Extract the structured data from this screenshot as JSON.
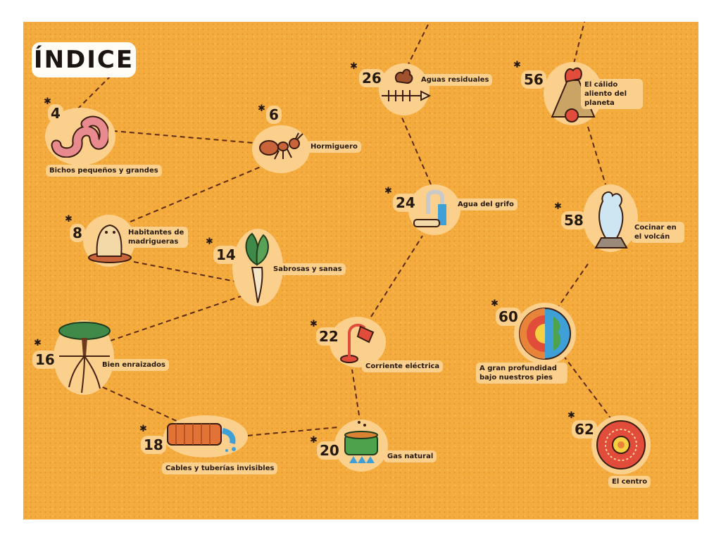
{
  "title": "ÍNDICE",
  "bug_glyph": "✱",
  "colors": {
    "background": "#f5ac3e",
    "blob": "#fbd08c",
    "ink": "#24180f",
    "title_box": "#fffdf5"
  },
  "entries": [
    {
      "id": "bichos",
      "page": "4",
      "label": "Bichos pequeños y grandes",
      "icon": "worm-icon"
    },
    {
      "id": "hormiguero",
      "page": "6",
      "label": "Hormiguero",
      "icon": "ant-icon"
    },
    {
      "id": "madrigueras",
      "page": "8",
      "label": "Habitantes de madrigueras",
      "icon": "marmot-icon"
    },
    {
      "id": "sabrosas",
      "page": "14",
      "label": "Sabrosas y sanas",
      "icon": "root-vegetable-icon"
    },
    {
      "id": "enraizados",
      "page": "16",
      "label": "Bien enraizados",
      "icon": "tree-icon"
    },
    {
      "id": "cables",
      "page": "18",
      "label": "Cables y tuberías invisibles",
      "icon": "pipe-icon"
    },
    {
      "id": "gas",
      "page": "20",
      "label": "Gas natural",
      "icon": "cooking-pot-icon"
    },
    {
      "id": "corriente",
      "page": "22",
      "label": "Corriente eléctrica",
      "icon": "lamp-icon"
    },
    {
      "id": "grifo",
      "page": "24",
      "label": "Agua del grifo",
      "icon": "faucet-icon"
    },
    {
      "id": "residuales",
      "page": "26",
      "label": "Aguas residuales",
      "icon": "fish-bones-icon"
    },
    {
      "id": "calido",
      "page": "56",
      "label": "El cálido aliento del planeta",
      "icon": "volcano-icon"
    },
    {
      "id": "cocinar",
      "page": "58",
      "label": "Cocinar en el volcán",
      "icon": "geyser-icon"
    },
    {
      "id": "profundidad",
      "page": "60",
      "label": "A gran profundidad bajo nuestros pies",
      "icon": "earth-layers-icon"
    },
    {
      "id": "centro",
      "page": "62",
      "label": "El centro",
      "icon": "core-icon"
    }
  ]
}
